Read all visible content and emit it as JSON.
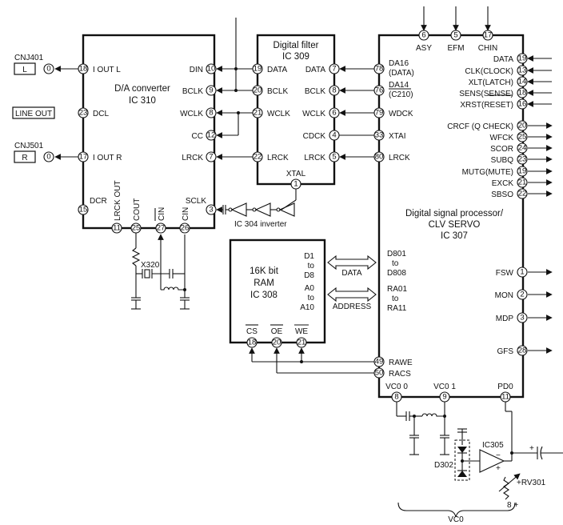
{
  "connectors": {
    "cnj401": {
      "name": "CNJ401",
      "label": "L",
      "pin": "0"
    },
    "cnj501": {
      "name": "CNJ501",
      "label": "R",
      "pin": "0"
    },
    "line_out": "LINE OUT"
  },
  "dac": {
    "title1": "D/A converter",
    "title2": "IC 310",
    "pins": {
      "ioutl": {
        "num": "18",
        "label": "I OUT L"
      },
      "dcl": {
        "num": "23",
        "label": "DCL"
      },
      "ioutr": {
        "num": "17",
        "label": "I OUT R"
      },
      "dcr": {
        "num": "15",
        "label": "DCR"
      },
      "din": {
        "num": "10",
        "label": "DIN"
      },
      "bclk": {
        "num": "9",
        "label": "BCLK"
      },
      "wclk": {
        "num": "8",
        "label": "WCLK"
      },
      "cc": {
        "num": "12",
        "label": "CC"
      },
      "lrck": {
        "num": "7",
        "label": "LRCK"
      },
      "sclk": {
        "num": "3",
        "label": "SCLK"
      },
      "lrckout": {
        "num": "11",
        "label": "LRCK OUT"
      },
      "cout": {
        "num": "25",
        "label": "COUT"
      },
      "cin_bar": {
        "num": "27",
        "label": "CIN"
      },
      "cin": {
        "num": "26",
        "label": "CIN"
      }
    }
  },
  "filter": {
    "title1": "Digital filter",
    "title2": "IC 309",
    "pins": {
      "data_in": {
        "num": "19",
        "label": "DATA"
      },
      "bclk_in": {
        "num": "20",
        "label": "BCLK"
      },
      "wclk_in": {
        "num": "21",
        "label": "WCLK"
      },
      "lrck_in": {
        "num": "22",
        "label": "LRCK"
      },
      "data_out": {
        "num": "7",
        "label": "DATA"
      },
      "bclk_out": {
        "num": "8",
        "label": "BCLK"
      },
      "wclk_out": {
        "num": "6",
        "label": "WCLK"
      },
      "cdck": {
        "num": "4",
        "label": "CDCK"
      },
      "lrck_out": {
        "num": "5",
        "label": "LRCK"
      },
      "xtal": {
        "num": "1",
        "label": "XTAL"
      }
    }
  },
  "inverter_label": "IC 304 inverter",
  "crystal_label": "X320",
  "ram": {
    "title1": "16K bit",
    "title2": "RAM",
    "title3": "IC 308",
    "d_range": [
      "D1",
      "to",
      "D8"
    ],
    "a_range": [
      "A0",
      "to",
      "A10"
    ],
    "data_bus": "DATA",
    "address_bus": "ADDRESS",
    "pins": {
      "cs": {
        "num": "18",
        "label": "CS"
      },
      "oe": {
        "num": "20",
        "label": "OE"
      },
      "we": {
        "num": "21",
        "label": "WE"
      }
    }
  },
  "dsp": {
    "title1": "Digital signal processor/",
    "title2": "CLV SERVO",
    "title3": "IC 307",
    "top_pins": {
      "asy": {
        "num": "6",
        "label": "ASY"
      },
      "efm": {
        "num": "5",
        "label": "EFM"
      },
      "chin": {
        "num": "17",
        "label": "CHIN"
      }
    },
    "left_pins": {
      "da16": {
        "num": "78",
        "label": "DA16",
        "sub": "(DATA)"
      },
      "da14": {
        "num": "76",
        "label": "DA14",
        "sub": "(C210)"
      },
      "wdck": {
        "num": "79",
        "label": "WDCK"
      },
      "xtai": {
        "num": "33",
        "label": "XTAI"
      },
      "lrck": {
        "num": "80",
        "label": "LRCK"
      },
      "rawe": {
        "num": "49",
        "label": "RAWE"
      },
      "racs": {
        "num": "50",
        "label": "RACS"
      }
    },
    "bus_labels": [
      "D801",
      "to",
      "D808",
      "RA01",
      "to",
      "RA11"
    ],
    "right_pins": [
      {
        "num": "19",
        "label": "DATA"
      },
      {
        "num": "13",
        "label": "CLK(CLOCK)"
      },
      {
        "num": "14",
        "label": "XLT(LATCH)"
      },
      {
        "num": "18",
        "label": "SENS(SENSE)"
      },
      {
        "num": "16",
        "label": "XRST(RESET)"
      },
      {
        "num": "20",
        "label": "CRCF (Q CHECK)"
      },
      {
        "num": "25",
        "label": "WFCK"
      },
      {
        "num": "24",
        "label": "SCOR"
      },
      {
        "num": "23",
        "label": "SUBQ"
      },
      {
        "num": "19",
        "label": "MUTG(MUTE)"
      },
      {
        "num": "21",
        "label": "EXCK"
      },
      {
        "num": "22",
        "label": "SBSO"
      },
      {
        "num": "1",
        "label": "FSW"
      },
      {
        "num": "2",
        "label": "MON"
      },
      {
        "num": "3",
        "label": "MDP"
      },
      {
        "num": "28",
        "label": "GFS"
      }
    ],
    "bottom_pins": {
      "vco0": {
        "num": "8",
        "label": "VC0 0"
      },
      "vco1": {
        "num": "9",
        "label": "VC0 1"
      },
      "pd0": {
        "num": "11",
        "label": "PD0"
      }
    }
  },
  "vco": {
    "diode": "D302",
    "opamp": "IC305",
    "trim": "+RV301",
    "supply": "8 +",
    "brace_label": "VC0",
    "minus": "−",
    "plus": "+"
  }
}
